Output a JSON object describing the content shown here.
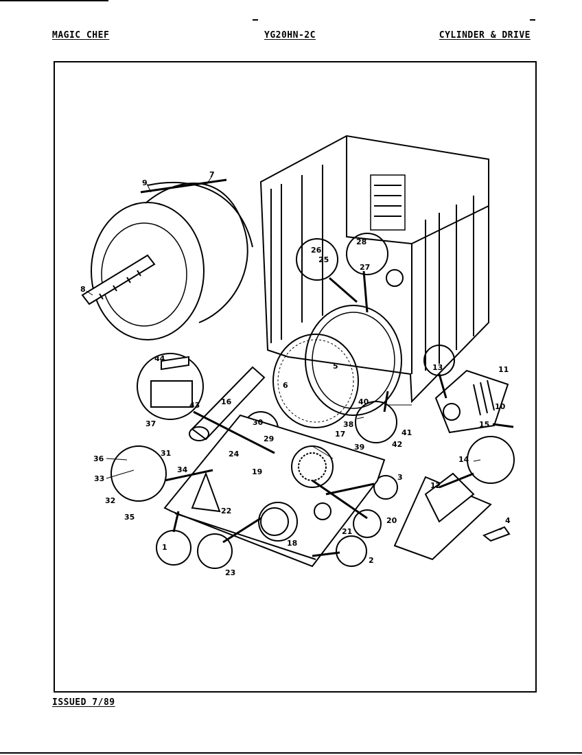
{
  "header": {
    "brand": "MAGIC CHEF",
    "model": "YG20HN-2C",
    "section": "CYLINDER & DRIVE"
  },
  "footer": {
    "issued": "ISSUED 7/89"
  },
  "callouts": {
    "n1": "1",
    "n2": "2",
    "n3": "3",
    "n4": "4",
    "n5": "5",
    "n6": "6",
    "n7": "7",
    "n8": "8",
    "n9": "9",
    "n10": "10",
    "n11": "11",
    "n12": "12",
    "n13": "13",
    "n14": "14",
    "n15": "15",
    "n16": "16",
    "n17": "17",
    "n18": "18",
    "n19": "19",
    "n20": "20",
    "n21": "21",
    "n22": "22",
    "n23": "23",
    "n24": "24",
    "n25": "25",
    "n26": "26",
    "n27": "27",
    "n28": "28",
    "n29": "29",
    "n30": "30",
    "n31": "31",
    "n32": "32",
    "n33": "33",
    "n34": "34",
    "n35": "35",
    "n36": "36",
    "n37": "37",
    "n38": "38",
    "n39": "39",
    "n40": "40",
    "n41": "41",
    "n42": "42",
    "n43": "43",
    "n44": "44"
  }
}
